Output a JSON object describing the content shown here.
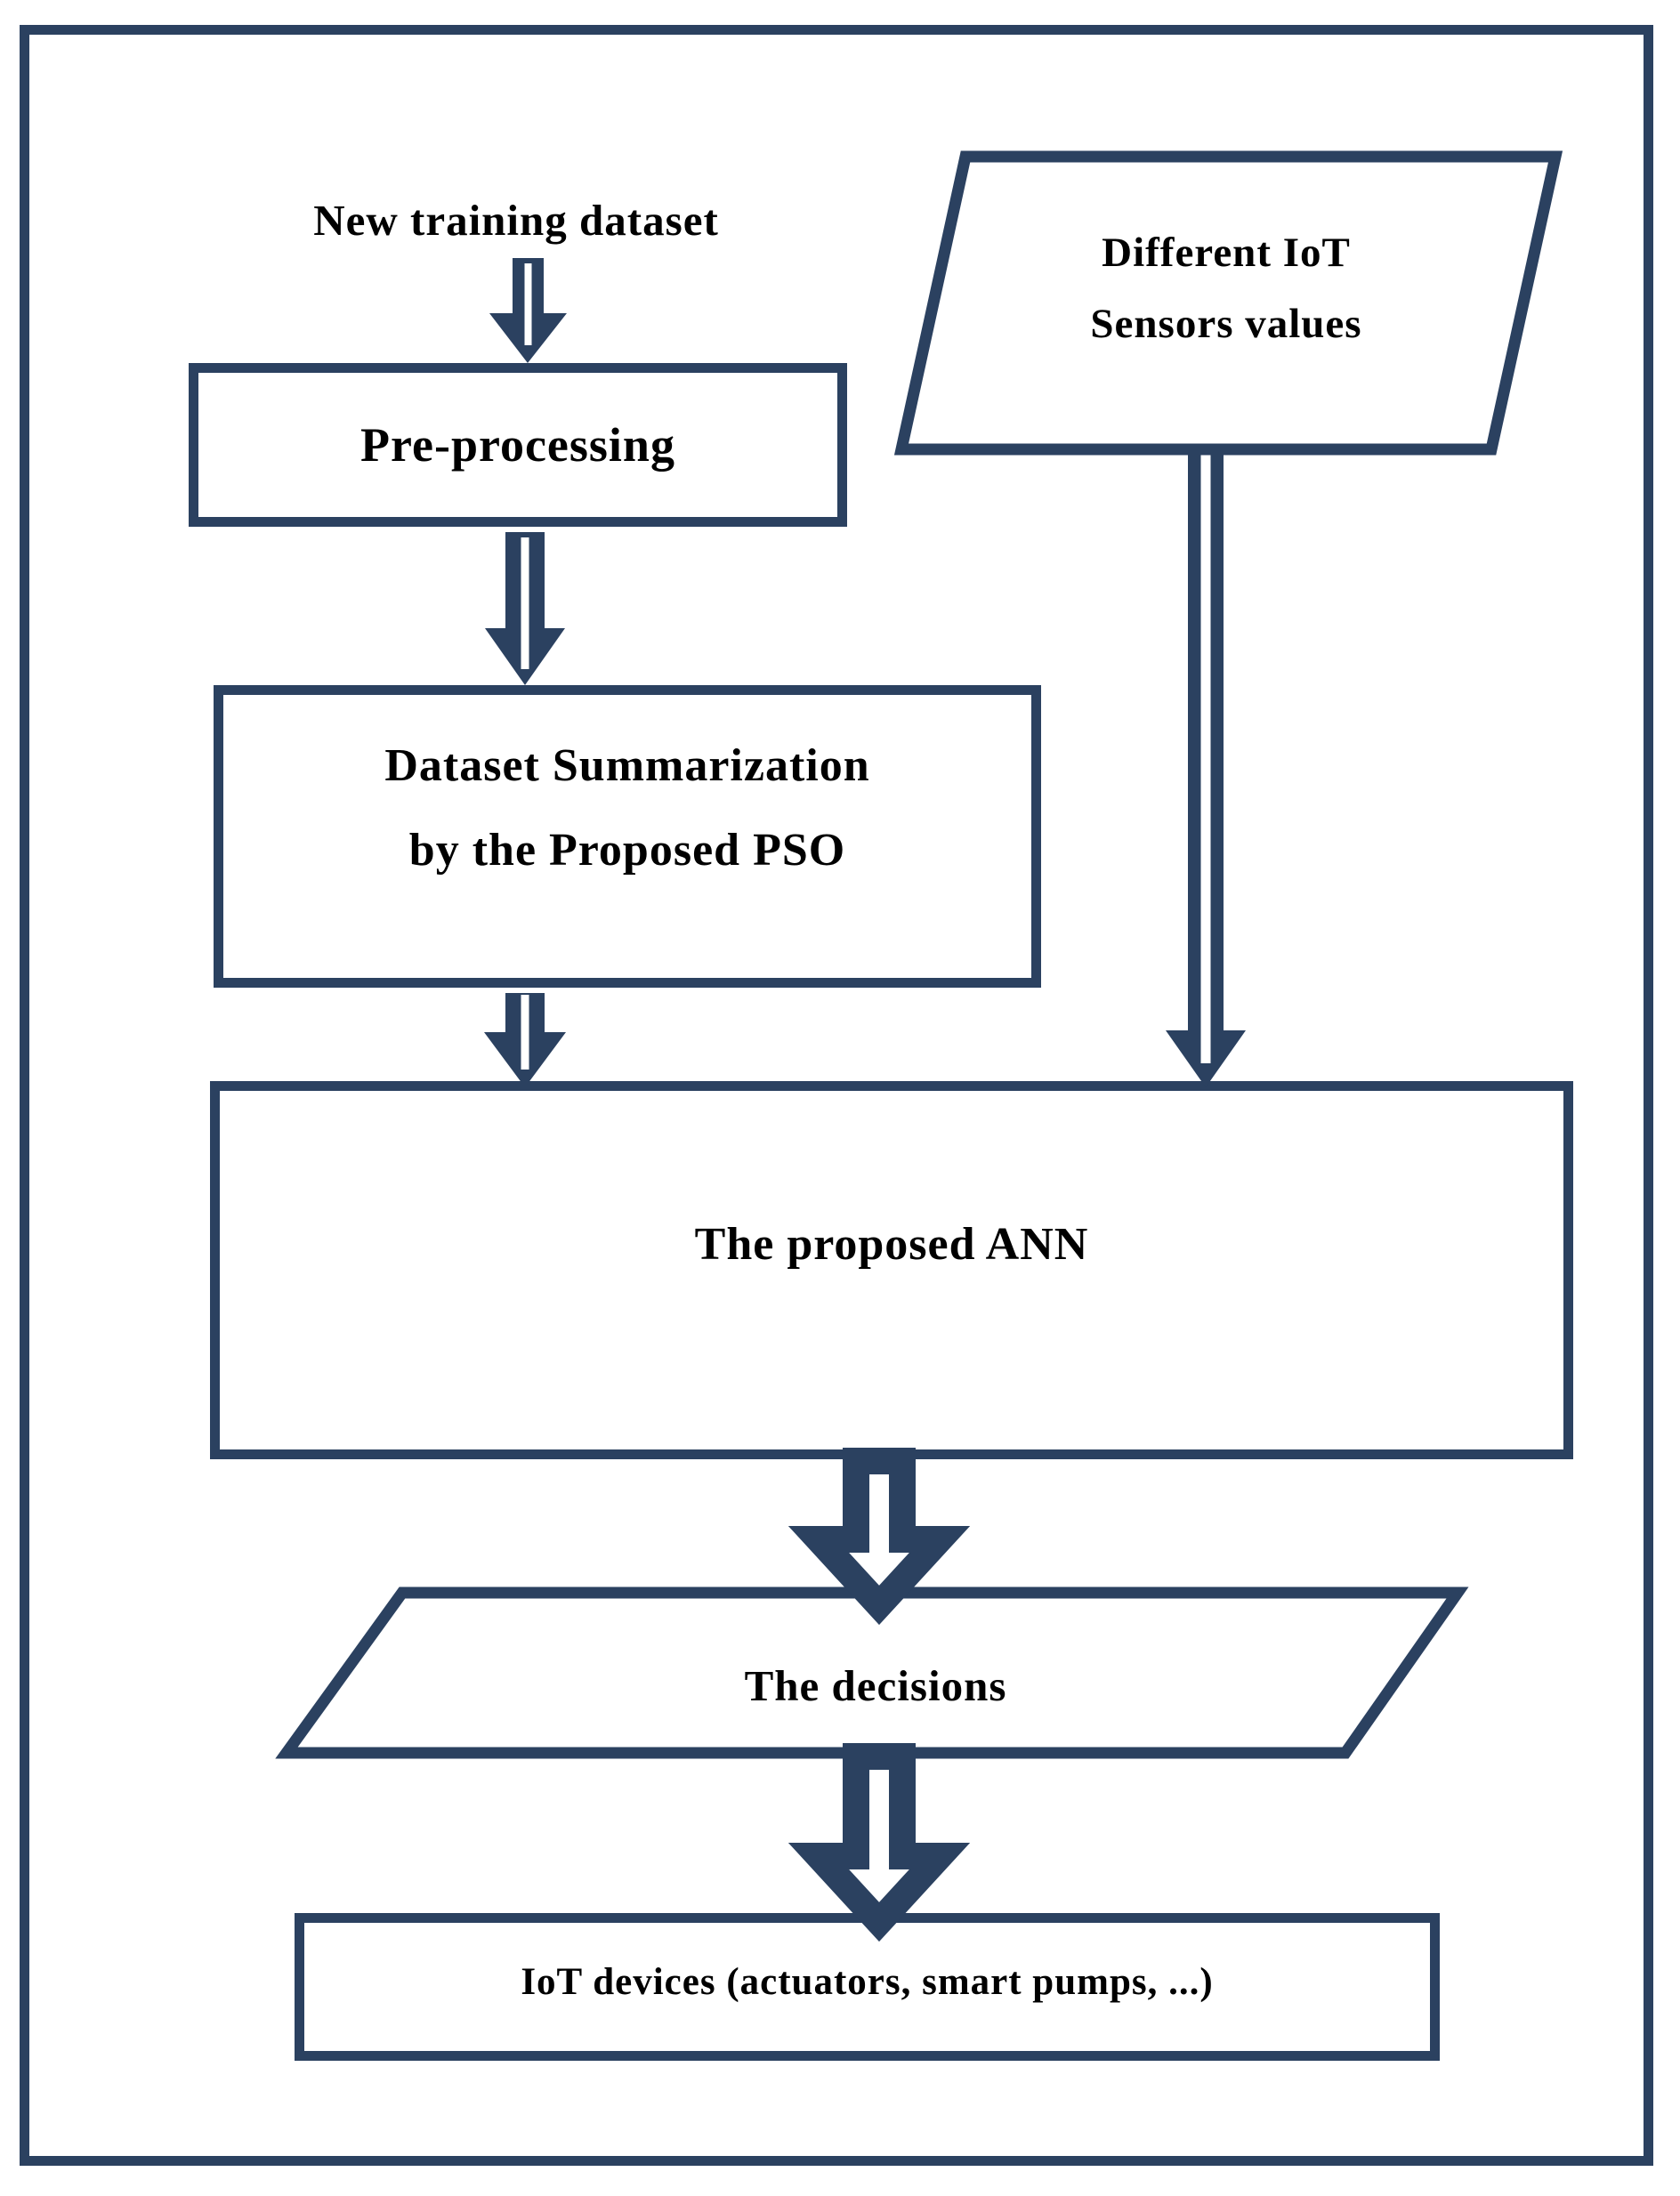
{
  "diagram": {
    "source_label": "New training dataset",
    "nodes": {
      "iot_sensors": {
        "shape": "parallelogram",
        "lines": [
          "Different IoT",
          "Sensors values"
        ]
      },
      "preprocessing": {
        "shape": "rectangle",
        "label": "Pre-processing"
      },
      "dataset_summarization": {
        "shape": "rectangle",
        "lines": [
          "Dataset Summarization",
          "by the Proposed PSO"
        ]
      },
      "ann": {
        "shape": "rectangle",
        "label": "The proposed ANN"
      },
      "decisions": {
        "shape": "parallelogram",
        "label": "The decisions"
      },
      "iot_devices": {
        "shape": "rectangle",
        "label": "IoT devices (actuators, smart pumps, ...)"
      }
    },
    "colors": {
      "outline": "#2B4160",
      "text": "#000000",
      "background": "#ffffff"
    }
  }
}
